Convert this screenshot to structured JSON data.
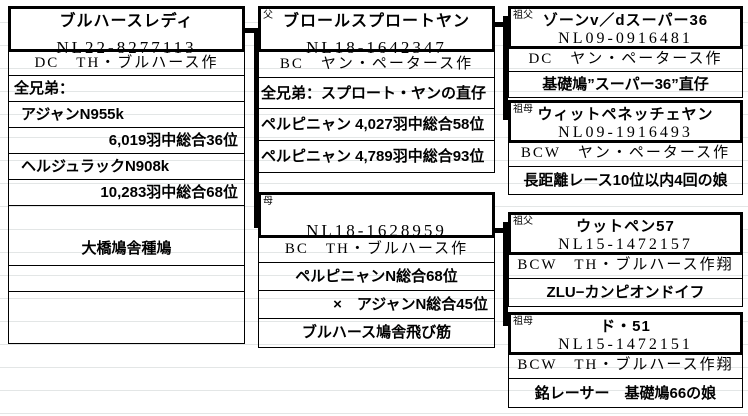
{
  "document": {
    "type": "pigeon-pedigree-chart",
    "language": "ja"
  },
  "subject": {
    "relation_label": "",
    "name": "ブルハースレディ",
    "ring": "NL22-8277113",
    "rows": [
      "DC　TH・ブルハース作",
      "全兄弟：",
      "アジャンN955k",
      "6,019羽中総合36位",
      "ヘルジュラックN908k",
      "10,283羽中総合68位",
      "",
      "大橋鳩舎種鳩",
      "",
      ""
    ]
  },
  "father": {
    "relation_label": "父",
    "name": "ブロールスプロートヤン",
    "ring": "NL18-1642347",
    "rows": [
      "BC　ヤン・ペータース作",
      "全兄弟：スプロート・ヤンの直仔",
      "ペルピニャン 4,027羽中総合58位",
      "ペルピニャン 4,789羽中総合93位"
    ]
  },
  "mother": {
    "relation_label": "母",
    "name": "",
    "ring": "NL18-1628959",
    "rows": [
      "BC　TH・ブルハース作",
      "ペルピニャンN総合68位",
      "×　アジャンN総合45位",
      "ブルハース鳩舎飛び筋"
    ]
  },
  "grandparents": [
    {
      "relation_label": "祖父",
      "name": "ゾーンv／dスーパー36",
      "ring": "NL09-0916481",
      "rows": [
        "DC　ヤン・ペータース作",
        "基礎鳩”スーパー36”直仔"
      ]
    },
    {
      "relation_label": "祖母",
      "name": "ウィットペネッチェヤン",
      "ring": "NL09-1916493",
      "rows": [
        "BCW　ヤン・ペータース作",
        "長距離レース10位以内4回の娘"
      ]
    },
    {
      "relation_label": "祖父",
      "name": "ウットペン57",
      "ring": "NL15-1472157",
      "rows": [
        "BCW　TH・ブルハース作翔",
        "ZLU−カンピオンドイフ"
      ]
    },
    {
      "relation_label": "祖母",
      "name": "ド・51",
      "ring": "NL15-1472151",
      "rows": [
        "BCW　TH・ブルハース作翔",
        "銘レーサー　基礎鳩66の娘"
      ]
    }
  ],
  "colors": {
    "border": "#000000",
    "background": "#ffffff",
    "rule": "#e3e6e6"
  }
}
